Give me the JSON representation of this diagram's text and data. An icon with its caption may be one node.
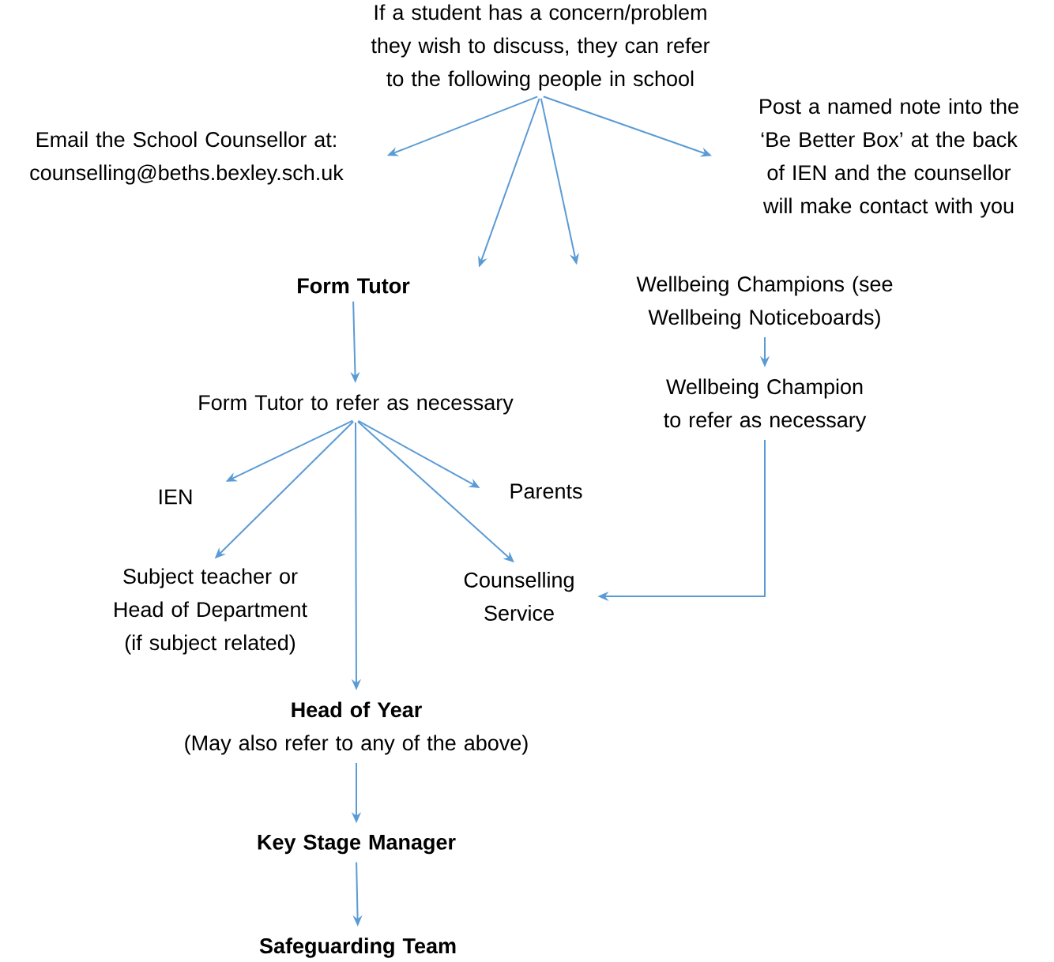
{
  "diagram": {
    "nodes": [
      {
        "text": [
          "If a student has a concern/problem they wish to discuss, they can refer to the following people in school"
        ]
      },
      {
        "text": [
          "Email the School Counsellor at:",
          "counselling@beths.bexley.sch.uk"
        ]
      },
      {
        "text": [
          "Post a named note into the ‘Be Better Box’ at the back of IEN and the counsellor will make contact with you"
        ]
      },
      {
        "text": [
          "Form Tutor"
        ]
      },
      {
        "text": [
          "Wellbeing Champions (see Wellbeing Noticeboards)"
        ]
      },
      {
        "text": [
          "Form Tutor to refer as necessary"
        ]
      },
      {
        "text": [
          "Wellbeing Champion to refer as necessary"
        ]
      },
      {
        "text": [
          "IEN"
        ]
      },
      {
        "text": [
          "Parents"
        ]
      },
      {
        "text": [
          "Subject teacher or Head of Department (if subject related)"
        ]
      },
      {
        "text": [
          "Counselling Service"
        ]
      },
      {
        "text": [
          "Head of Year",
          "(May also refer to any of the above)"
        ]
      },
      {
        "text": [
          "Key Stage Manager"
        ]
      },
      {
        "text": [
          "Safeguarding Team"
        ]
      }
    ],
    "edges": [
      {
        "from": 0,
        "to": 1,
        "arrow": "to"
      },
      {
        "from": 0,
        "to": 2,
        "arrow": "to"
      },
      {
        "from": 0,
        "to": 3,
        "arrow": "to"
      },
      {
        "from": 0,
        "to": 4,
        "arrow": "to"
      },
      {
        "from": 3,
        "to": 5,
        "arrow": "to"
      },
      {
        "from": 4,
        "to": 6,
        "arrow": "to"
      },
      {
        "from": 5,
        "to": 7,
        "arrow": "to"
      },
      {
        "from": 5,
        "to": 9,
        "arrow": "to"
      },
      {
        "from": 5,
        "to": 11,
        "arrow": "to"
      },
      {
        "from": 5,
        "to": 10,
        "arrow": "to"
      },
      {
        "from": 5,
        "to": 8,
        "arrow": "to"
      },
      {
        "from": 6,
        "to": 10,
        "arrow": "to"
      },
      {
        "from": 11,
        "to": 12,
        "arrow": "to"
      },
      {
        "from": 12,
        "to": 13,
        "arrow": "to"
      }
    ]
  }
}
